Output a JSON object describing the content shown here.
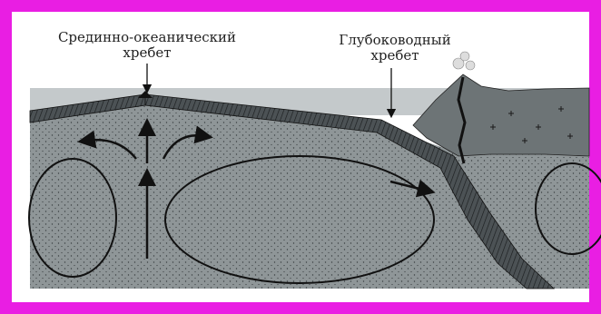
{
  "labels": {
    "mid_ocean_ridge": {
      "line1": "Срединно-океанический",
      "line2": "хребет"
    },
    "deep_sea_ridge": {
      "line1": "Глубоководный",
      "line2": "хребет"
    }
  },
  "colors": {
    "frame": "#e91ee3",
    "sea": "#b9bec0",
    "mantle": "#8f9698",
    "crust": "#4c5255",
    "continent": "#6d7476",
    "lines": "#111111"
  }
}
